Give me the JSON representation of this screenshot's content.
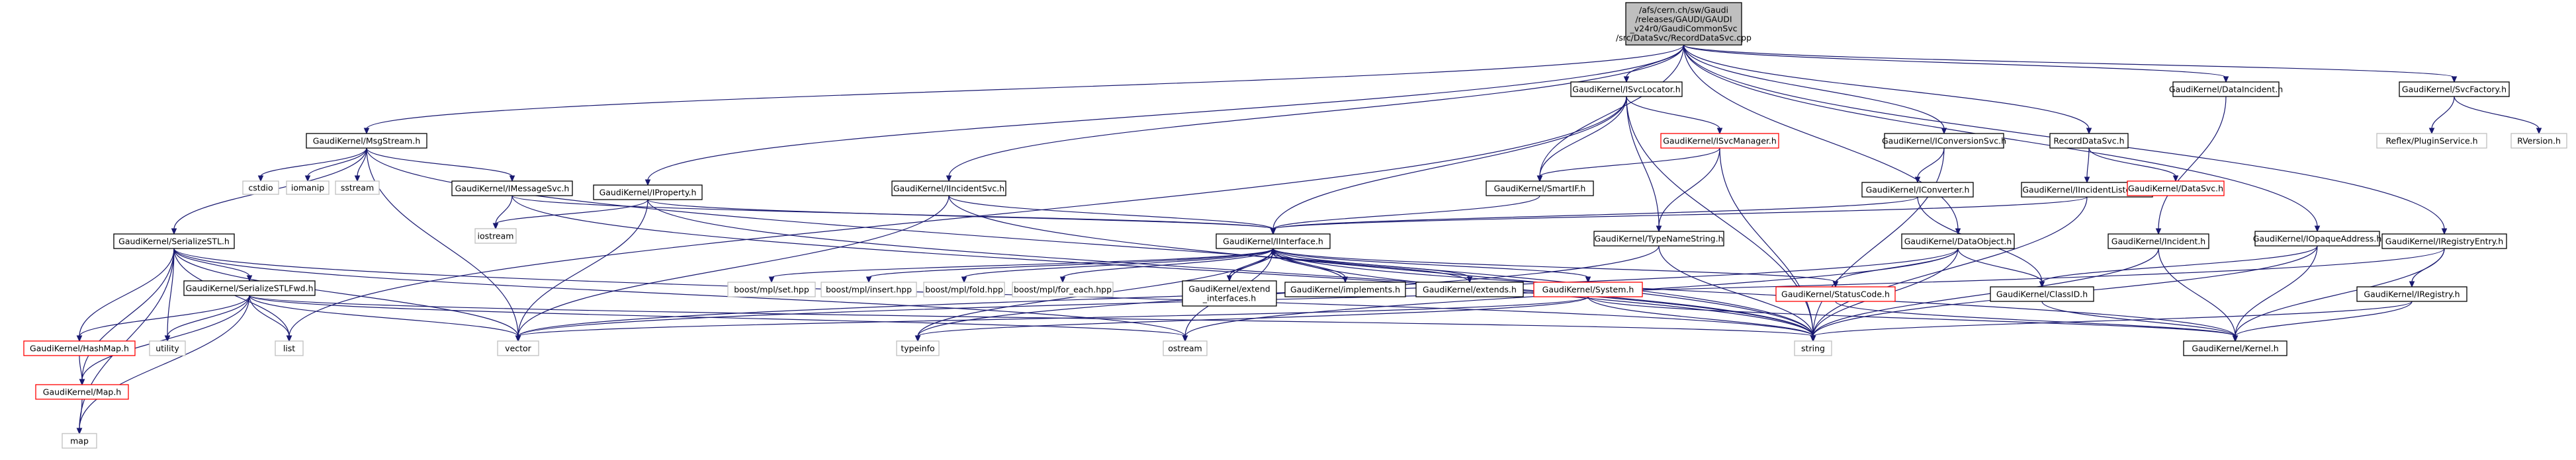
{
  "diagram": {
    "colors": {
      "edge": "#191970",
      "node_border": "#000000",
      "node_fill": "#ffffff",
      "root_fill": "#bfbfbf",
      "external_border": "#bfbfbf",
      "truncated_border": "#ff0000"
    },
    "nodes": [
      {
        "id": "root",
        "kind": "root",
        "lines": [
          "/afs/cern.ch/sw/Gaudi",
          "/releases/GAUDI/GAUDI",
          "_v24r0/GaudiCommonSvc",
          "/src/DataSvc/RecordDataSvc.cpp"
        ]
      },
      {
        "id": "msgstream",
        "kind": "normal",
        "lines": [
          "GaudiKernel/MsgStream.h"
        ]
      },
      {
        "id": "svclocator",
        "kind": "normal",
        "lines": [
          "GaudiKernel/ISvcLocator.h"
        ]
      },
      {
        "id": "dataincident",
        "kind": "normal",
        "lines": [
          "GaudiKernel/DataIncident.h"
        ]
      },
      {
        "id": "svcfactory",
        "kind": "normal",
        "lines": [
          "GaudiKernel/SvcFactory.h"
        ]
      },
      {
        "id": "cstdio",
        "kind": "ext",
        "lines": [
          "cstdio"
        ]
      },
      {
        "id": "iomanip",
        "kind": "ext",
        "lines": [
          "iomanip"
        ]
      },
      {
        "id": "sstream",
        "kind": "ext",
        "lines": [
          "sstream"
        ]
      },
      {
        "id": "imessagesvc",
        "kind": "normal",
        "lines": [
          "GaudiKernel/IMessageSvc.h"
        ]
      },
      {
        "id": "iproperty",
        "kind": "normal",
        "lines": [
          "GaudiKernel/IProperty.h"
        ]
      },
      {
        "id": "iincidentsvc",
        "kind": "normal",
        "lines": [
          "GaudiKernel/IIncidentSvc.h"
        ]
      },
      {
        "id": "isvcmanager",
        "kind": "red",
        "lines": [
          "GaudiKernel/ISvcManager.h"
        ]
      },
      {
        "id": "smartif",
        "kind": "normal",
        "lines": [
          "GaudiKernel/SmartIF.h"
        ]
      },
      {
        "id": "iconversionsvc",
        "kind": "normal",
        "lines": [
          "GaudiKernel/IConversionSvc.h"
        ]
      },
      {
        "id": "iconverter",
        "kind": "normal",
        "lines": [
          "GaudiKernel/IConverter.h"
        ]
      },
      {
        "id": "recorddatasvc",
        "kind": "normal",
        "lines": [
          "RecordDataSvc.h"
        ]
      },
      {
        "id": "iincidentlistener",
        "kind": "normal",
        "lines": [
          "GaudiKernel/IIncidentListener.h"
        ]
      },
      {
        "id": "datasvc",
        "kind": "red",
        "lines": [
          "GaudiKernel/DataSvc.h"
        ]
      },
      {
        "id": "reflexplugin",
        "kind": "ext",
        "lines": [
          "Reflex/PluginService.h"
        ]
      },
      {
        "id": "rversion",
        "kind": "ext",
        "lines": [
          "RVersion.h"
        ]
      },
      {
        "id": "serializestl",
        "kind": "normal",
        "lines": [
          "GaudiKernel/SerializeSTL.h"
        ]
      },
      {
        "id": "iostream",
        "kind": "ext",
        "lines": [
          "iostream"
        ]
      },
      {
        "id": "iinterface",
        "kind": "normal",
        "lines": [
          "GaudiKernel/IInterface.h"
        ]
      },
      {
        "id": "typenamestring",
        "kind": "normal",
        "lines": [
          "GaudiKernel/TypeNameString.h"
        ]
      },
      {
        "id": "dataobject",
        "kind": "normal",
        "lines": [
          "GaudiKernel/DataObject.h"
        ]
      },
      {
        "id": "incident",
        "kind": "normal",
        "lines": [
          "GaudiKernel/Incident.h"
        ]
      },
      {
        "id": "iopaqueaddress",
        "kind": "normal",
        "lines": [
          "GaudiKernel/IOpaqueAddress.h"
        ]
      },
      {
        "id": "iregistryentry",
        "kind": "normal",
        "lines": [
          "GaudiKernel/IRegistryEntry.h"
        ]
      },
      {
        "id": "serializestlfwd",
        "kind": "normal",
        "lines": [
          "GaudiKernel/SerializeSTLFwd.h"
        ]
      },
      {
        "id": "mplset",
        "kind": "ext",
        "lines": [
          "boost/mpl/set.hpp"
        ]
      },
      {
        "id": "mplinsert",
        "kind": "ext",
        "lines": [
          "boost/mpl/insert.hpp"
        ]
      },
      {
        "id": "mplfold",
        "kind": "ext",
        "lines": [
          "boost/mpl/fold.hpp"
        ]
      },
      {
        "id": "mplforeach",
        "kind": "ext",
        "lines": [
          "boost/mpl/for_each.hpp"
        ]
      },
      {
        "id": "extendinterfaces",
        "kind": "normal",
        "lines": [
          "GaudiKernel/extend",
          "_interfaces.h"
        ]
      },
      {
        "id": "implements",
        "kind": "normal",
        "lines": [
          "GaudiKernel/implements.h"
        ]
      },
      {
        "id": "extends",
        "kind": "normal",
        "lines": [
          "GaudiKernel/extends.h"
        ]
      },
      {
        "id": "system",
        "kind": "red",
        "lines": [
          "GaudiKernel/System.h"
        ]
      },
      {
        "id": "statuscode",
        "kind": "red",
        "lines": [
          "GaudiKernel/StatusCode.h"
        ]
      },
      {
        "id": "classid",
        "kind": "normal",
        "lines": [
          "GaudiKernel/ClassID.h"
        ]
      },
      {
        "id": "iregistry",
        "kind": "normal",
        "lines": [
          "GaudiKernel/IRegistry.h"
        ]
      },
      {
        "id": "hashmap",
        "kind": "red",
        "lines": [
          "GaudiKernel/HashMap.h"
        ]
      },
      {
        "id": "utility",
        "kind": "ext",
        "lines": [
          "utility"
        ]
      },
      {
        "id": "list",
        "kind": "ext",
        "lines": [
          "list"
        ]
      },
      {
        "id": "vector",
        "kind": "ext",
        "lines": [
          "vector"
        ]
      },
      {
        "id": "typeinfo",
        "kind": "ext",
        "lines": [
          "typeinfo"
        ]
      },
      {
        "id": "ostream",
        "kind": "ext",
        "lines": [
          "ostream"
        ]
      },
      {
        "id": "string",
        "kind": "ext",
        "lines": [
          "string"
        ]
      },
      {
        "id": "kernel",
        "kind": "normal",
        "lines": [
          "GaudiKernel/Kernel.h"
        ]
      },
      {
        "id": "map_h",
        "kind": "red",
        "lines": [
          "GaudiKernel/Map.h"
        ]
      },
      {
        "id": "map",
        "kind": "ext",
        "lines": [
          "map"
        ]
      }
    ],
    "edges": [
      [
        "root",
        "msgstream"
      ],
      [
        "root",
        "svclocator"
      ],
      [
        "root",
        "dataincident"
      ],
      [
        "root",
        "svcfactory"
      ],
      [
        "root",
        "iproperty"
      ],
      [
        "root",
        "iincidentsvc"
      ],
      [
        "root",
        "smartif"
      ],
      [
        "root",
        "iconversionsvc"
      ],
      [
        "root",
        "recorddatasvc"
      ],
      [
        "root",
        "dataobject"
      ],
      [
        "root",
        "iopaqueaddress"
      ],
      [
        "root",
        "iregistryentry"
      ],
      [
        "msgstream",
        "cstdio"
      ],
      [
        "msgstream",
        "iomanip"
      ],
      [
        "msgstream",
        "sstream"
      ],
      [
        "msgstream",
        "imessagesvc"
      ],
      [
        "msgstream",
        "serializestl"
      ],
      [
        "msgstream",
        "vector"
      ],
      [
        "msgstream",
        "string"
      ],
      [
        "svclocator",
        "isvcmanager"
      ],
      [
        "svclocator",
        "smartif"
      ],
      [
        "svclocator",
        "iinterface"
      ],
      [
        "svclocator",
        "typenamestring"
      ],
      [
        "svclocator",
        "string"
      ],
      [
        "svclocator",
        "list"
      ],
      [
        "dataincident",
        "incident"
      ],
      [
        "svcfactory",
        "reflexplugin"
      ],
      [
        "svcfactory",
        "rversion"
      ],
      [
        "imessagesvc",
        "iostream"
      ],
      [
        "imessagesvc",
        "iinterface"
      ],
      [
        "imessagesvc",
        "string"
      ],
      [
        "iproperty",
        "iostream"
      ],
      [
        "iproperty",
        "iinterface"
      ],
      [
        "iproperty",
        "vector"
      ],
      [
        "iproperty",
        "string"
      ],
      [
        "iincidentsvc",
        "iinterface"
      ],
      [
        "iincidentsvc",
        "string"
      ],
      [
        "iincidentsvc",
        "vector"
      ],
      [
        "isvcmanager",
        "smartif"
      ],
      [
        "isvcmanager",
        "typenamestring"
      ],
      [
        "isvcmanager",
        "string"
      ],
      [
        "smartif",
        "iinterface"
      ],
      [
        "iconversionsvc",
        "iconverter"
      ],
      [
        "iconversionsvc",
        "string"
      ],
      [
        "iconverter",
        "iinterface"
      ],
      [
        "iconverter",
        "classid"
      ],
      [
        "recorddatasvc",
        "iincidentlistener"
      ],
      [
        "recorddatasvc",
        "datasvc"
      ],
      [
        "iincidentlistener",
        "iinterface"
      ],
      [
        "iincidentlistener",
        "string"
      ],
      [
        "serializestl",
        "serializestlfwd"
      ],
      [
        "serializestl",
        "hashmap"
      ],
      [
        "serializestl",
        "utility"
      ],
      [
        "serializestl",
        "list"
      ],
      [
        "serializestl",
        "vector"
      ],
      [
        "serializestl",
        "ostream"
      ],
      [
        "serializestl",
        "string"
      ],
      [
        "serializestl",
        "map"
      ],
      [
        "serializestl",
        "map_h"
      ],
      [
        "iinterface",
        "mplset"
      ],
      [
        "iinterface",
        "mplinsert"
      ],
      [
        "iinterface",
        "mplfold"
      ],
      [
        "iinterface",
        "mplforeach"
      ],
      [
        "iinterface",
        "extendinterfaces"
      ],
      [
        "iinterface",
        "implements"
      ],
      [
        "iinterface",
        "extends"
      ],
      [
        "iinterface",
        "system"
      ],
      [
        "iinterface",
        "statuscode"
      ],
      [
        "iinterface",
        "kernel"
      ],
      [
        "iinterface",
        "typeinfo"
      ],
      [
        "iinterface",
        "ostream"
      ],
      [
        "iinterface",
        "string"
      ],
      [
        "extendinterfaces",
        "iinterface"
      ],
      [
        "implements",
        "iinterface"
      ],
      [
        "extends",
        "iinterface"
      ],
      [
        "typenamestring",
        "string"
      ],
      [
        "typenamestring",
        "typeinfo"
      ],
      [
        "system",
        "string"
      ],
      [
        "system",
        "vector"
      ],
      [
        "system",
        "typeinfo"
      ],
      [
        "system",
        "kernel"
      ],
      [
        "dataobject",
        "statuscode"
      ],
      [
        "dataobject",
        "classid"
      ],
      [
        "dataobject",
        "string"
      ],
      [
        "dataobject",
        "vector"
      ],
      [
        "dataobject",
        "ostream"
      ],
      [
        "incident",
        "kernel"
      ],
      [
        "incident",
        "string"
      ],
      [
        "iopaqueaddress",
        "classid"
      ],
      [
        "iopaqueaddress",
        "kernel"
      ],
      [
        "iopaqueaddress",
        "string"
      ],
      [
        "iregistryentry",
        "iregistry"
      ],
      [
        "iregistryentry",
        "kernel"
      ],
      [
        "iregistryentry",
        "vector"
      ],
      [
        "statuscode",
        "kernel"
      ],
      [
        "classid",
        "kernel"
      ],
      [
        "iregistry",
        "kernel"
      ],
      [
        "iregistry",
        "string"
      ],
      [
        "serializestlfwd",
        "hashmap"
      ],
      [
        "serializestlfwd",
        "utility"
      ],
      [
        "serializestlfwd",
        "list"
      ],
      [
        "serializestlfwd",
        "vector"
      ],
      [
        "serializestlfwd",
        "ostream"
      ],
      [
        "serializestlfwd",
        "string"
      ],
      [
        "serializestlfwd",
        "map"
      ],
      [
        "serializestlfwd",
        "map_h"
      ],
      [
        "hashmap",
        "map_h"
      ],
      [
        "map_h",
        "map"
      ]
    ]
  }
}
